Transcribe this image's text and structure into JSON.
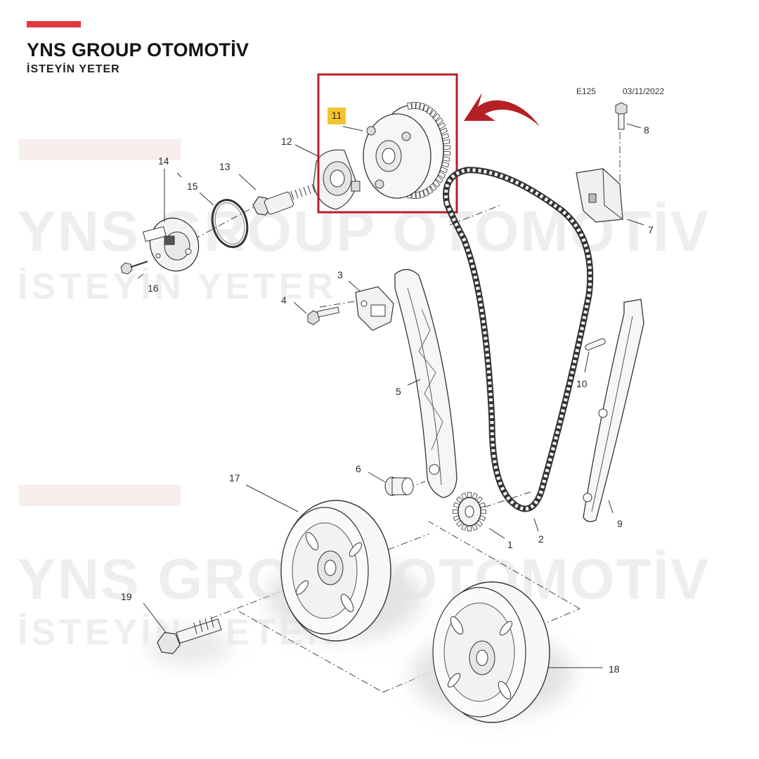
{
  "brand": {
    "name": "YNS GROUP OTOMOTİV",
    "tagline": "İSTEYİN YETER",
    "accent_color": "#e0393b"
  },
  "watermark": {
    "name": "YNS GROUP OTOMOTİV",
    "tagline": "İSTEYİN YETER"
  },
  "diagram": {
    "code": "E125",
    "date": "03/11/2022",
    "highlight_color": "#b52025",
    "highlight_badge_color": "#f4c430",
    "highlighted_part": "11",
    "parts": [
      "1",
      "2",
      "3",
      "4",
      "5",
      "6",
      "7",
      "8",
      "9",
      "10",
      "12",
      "13",
      "14",
      "15",
      "16",
      "17",
      "18",
      "19"
    ]
  }
}
